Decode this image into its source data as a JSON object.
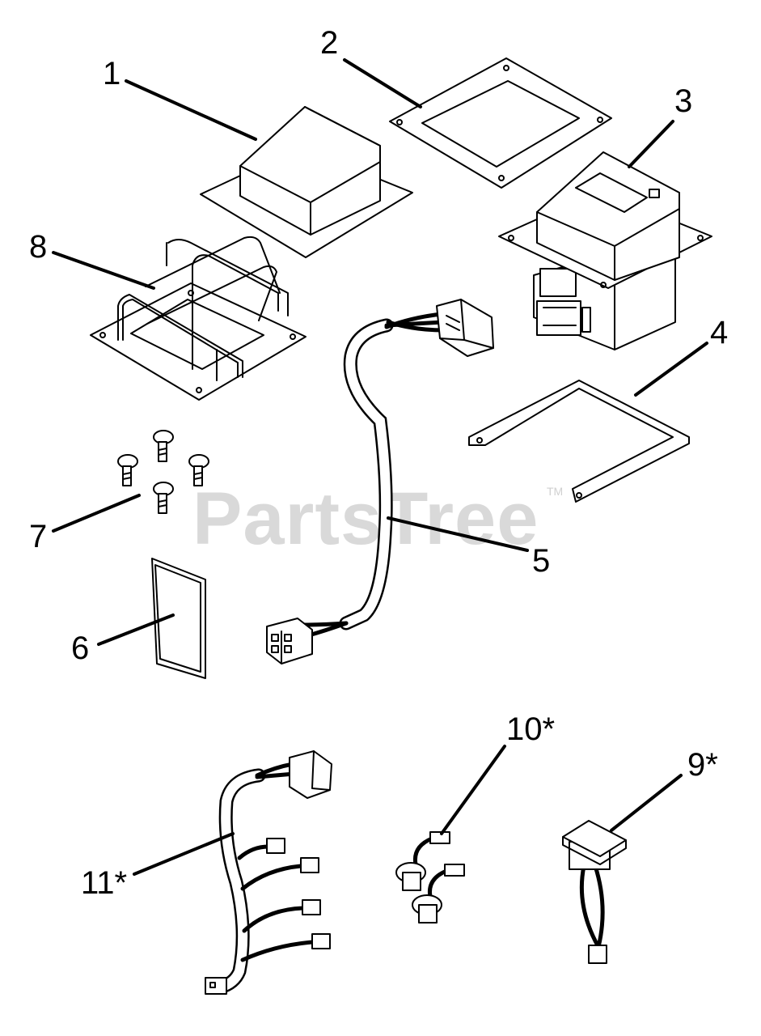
{
  "watermark": {
    "text": "PartsTree",
    "trademark": "TM"
  },
  "callouts": [
    {
      "id": "1",
      "label": "1"
    },
    {
      "id": "2",
      "label": "2"
    },
    {
      "id": "3",
      "label": "3"
    },
    {
      "id": "4",
      "label": "4"
    },
    {
      "id": "5",
      "label": "5"
    },
    {
      "id": "6",
      "label": "6"
    },
    {
      "id": "7",
      "label": "7"
    },
    {
      "id": "8",
      "label": "8"
    },
    {
      "id": "9",
      "label": "9*"
    },
    {
      "id": "10",
      "label": "10*"
    },
    {
      "id": "11",
      "label": "11*"
    }
  ]
}
